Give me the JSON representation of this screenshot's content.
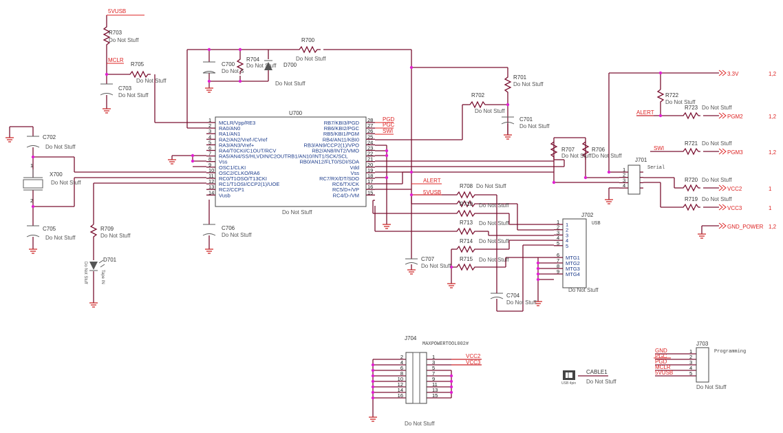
{
  "nets": {
    "vusb": "5VUSB",
    "mclr": "MCLR",
    "alert": "ALERT",
    "v33": "3.3V",
    "pgm2": "PGM2",
    "pgm3": "PGM3",
    "swi": "SWI",
    "vcc2": "VCC2",
    "vcc3": "VCC3",
    "gnd_power": "GND_POWER",
    "pgd": "PGD",
    "pgc": "PGC",
    "gnd": "GND"
  },
  "sheet_refs": [
    "1,2",
    "1,2",
    "1,2",
    "1",
    "1",
    "1,2"
  ],
  "dns": "Do Not Stuff",
  "dns_short": "Do Not S",
  "refs": {
    "R700": "R700",
    "R701": "R701",
    "R702": "R702",
    "R703": "R703",
    "R704": "R704",
    "R705": "R705",
    "R706": "R706",
    "R707": "R707",
    "R708": "R708",
    "R709": "R709",
    "R710": "R710",
    "R713": "R713",
    "R714": "R714",
    "R715": "R715",
    "R719": "R719",
    "R720": "R720",
    "R721": "R721",
    "R722": "R722",
    "R723": "R723",
    "C700": "C700",
    "C701": "C701",
    "C702": "C702",
    "C703": "C703",
    "C704": "C704",
    "C705": "C705",
    "C706": "C706",
    "C707": "C707",
    "D700": "D700",
    "D701": "D701",
    "X700": "X700",
    "U700": "U700",
    "J701": "J701",
    "J702": "J702",
    "J703": "J703",
    "J704": "J704",
    "CABLE1": "CABLE1"
  },
  "u700": {
    "left_pins": [
      {
        "num": "1",
        "name": "MCLR/Vpp/RE3"
      },
      {
        "num": "2",
        "name": "RA0/AN0"
      },
      {
        "num": "3",
        "name": "RA1/AN1"
      },
      {
        "num": "4",
        "name": "RA2/AN2/Vref-/CVref"
      },
      {
        "num": "5",
        "name": "RA3/AN3/Vref+"
      },
      {
        "num": "6",
        "name": "RA4/T0CKI/C1OUT/RCV"
      },
      {
        "num": "7",
        "name": "RA5/AN4/SS/HLVDIN/C2OUTRB1/AN10/INT1/SCK/SCL"
      },
      {
        "num": "8",
        "name": "Vss"
      },
      {
        "num": "9",
        "name": "OSC1/CLKI"
      },
      {
        "num": "10",
        "name": "OSC2/CLKO/RA6"
      },
      {
        "num": "11",
        "name": "RC0/T1OSO/T13CKI"
      },
      {
        "num": "12",
        "name": "RC1/T1OSI/CCP2(1)/UOE"
      },
      {
        "num": "13",
        "name": "RC2/CCP1"
      },
      {
        "num": "14",
        "name": "Vusb"
      }
    ],
    "right_pins": [
      {
        "num": "28",
        "name": "RB7/KBI3/PGD"
      },
      {
        "num": "27",
        "name": "RB6/KBI2/PGC"
      },
      {
        "num": "26",
        "name": "RB5/KBI1/PGM"
      },
      {
        "num": "25",
        "name": "RB4/AN11/KBI0"
      },
      {
        "num": "24",
        "name": "RB3/AN9/CCP2(1)/VPO"
      },
      {
        "num": "23",
        "name": "RB2/AN8/INT2/VMO"
      },
      {
        "num": "22",
        "name": ""
      },
      {
        "num": "21",
        "name": "RB0/AN12/FLT0/SDI/SDA"
      },
      {
        "num": "20",
        "name": "Vdd"
      },
      {
        "num": "19",
        "name": "Vss"
      },
      {
        "num": "18",
        "name": "RC7/RX/DT/SDO"
      },
      {
        "num": "17",
        "name": "RC6/TX/CK"
      },
      {
        "num": "16",
        "name": "RC5/D+/VP"
      },
      {
        "num": "15",
        "name": "RC4/D-/VM"
      }
    ]
  },
  "j701": {
    "title": "Serial",
    "pins": [
      "1",
      "2",
      "3",
      "4"
    ]
  },
  "j702": {
    "title": "USB",
    "pins": [
      "1",
      "2",
      "3",
      "4",
      "5"
    ],
    "mtg": [
      {
        "num": "6",
        "name": "MTG1"
      },
      {
        "num": "7",
        "name": "MTG2"
      },
      {
        "num": "8",
        "name": "MTG3"
      },
      {
        "num": "9",
        "name": "MTG4"
      }
    ]
  },
  "j703": {
    "title": "Programming",
    "pins": [
      "1",
      "2",
      "3",
      "4",
      "5"
    ],
    "nets": [
      "GND",
      "PGC",
      "PGD",
      "MCLR",
      "5VUSB"
    ]
  },
  "j704": {
    "title": "MAXPOWERTOOL002#",
    "left": [
      "2",
      "4",
      "6",
      "8",
      "10",
      "12",
      "14",
      "16"
    ],
    "right": [
      "1",
      "3",
      "5",
      "7",
      "9",
      "11",
      "13",
      "15"
    ],
    "nets": [
      "VCC2",
      "VCC3"
    ]
  },
  "misc": {
    "tape_in": "Tape IN",
    "dns_rotated": "Do Not Stuff",
    "usb_4pin": "USB 4pin"
  }
}
